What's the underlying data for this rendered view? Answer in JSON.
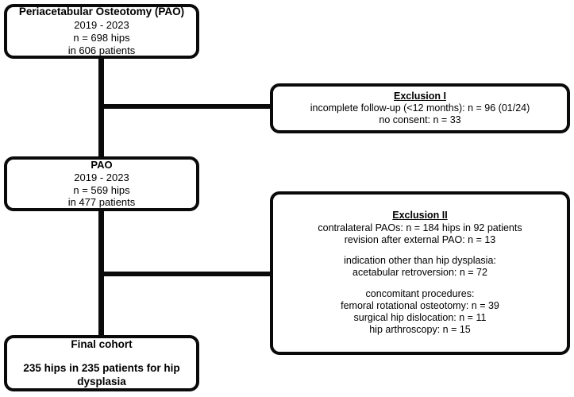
{
  "figure": {
    "type": "flowchart",
    "orientation": "vertical-with-right-exclusion-branches"
  },
  "nodes": {
    "source": {
      "title": "Periacetabular Osteotomy (PAO)",
      "line2": "2019 - 2023",
      "line3": "n = 698 hips",
      "line4": "in 606 patients"
    },
    "pao": {
      "title": "PAO",
      "line2": "2019 - 2023",
      "line3": "n = 569 hips",
      "line4": "in 477 patients"
    },
    "exclusion1": {
      "title": "Exclusion I",
      "line2": "incomplete follow-up (<12 months): n = 96 (01/24)",
      "line3": "no consent: n = 33"
    },
    "exclusion2": {
      "title": "Exclusion II",
      "line2": "contralateral PAOs: n = 184 hips in 92 patients",
      "line3": "revision after external PAO: n = 13",
      "line4": "indication other than hip dysplasia:",
      "line5": "acetabular retroversion: n = 72",
      "line6": "concomitant procedures:",
      "line7": "femoral rotational osteotomy: n = 39",
      "line8": "surgical hip dislocation: n = 11",
      "line9": "hip arthroscopy: n = 15"
    },
    "final": {
      "title": "Final cohort",
      "line2": "235 hips in 235 patients for hip",
      "line3": "dysplasia"
    }
  },
  "style": {
    "stroke": "#0a0a0a",
    "fill": "#ffffff"
  }
}
